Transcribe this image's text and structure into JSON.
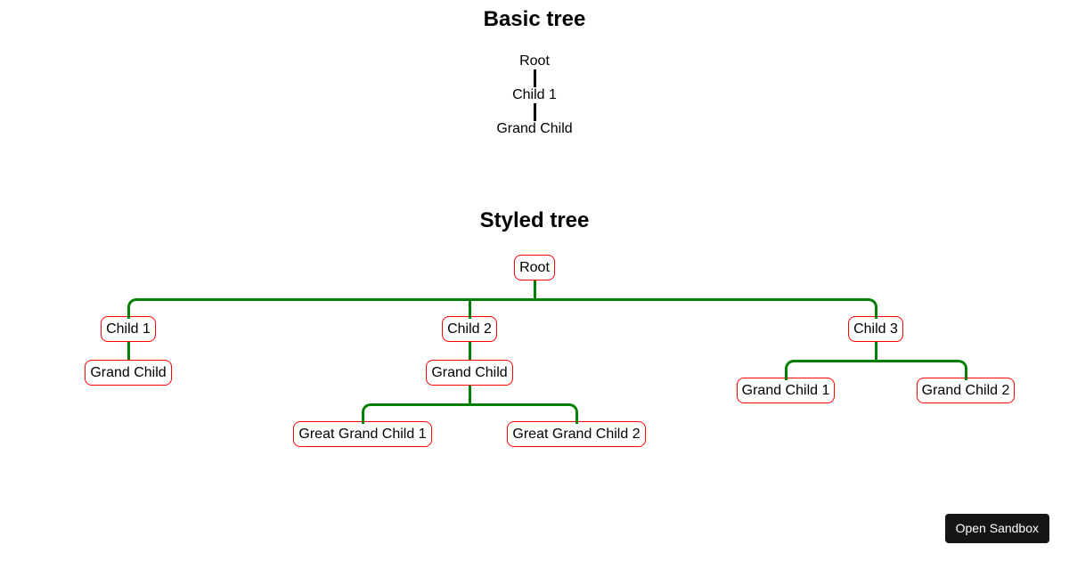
{
  "basic_tree": {
    "title": "Basic tree",
    "root": "Root",
    "child": "Child 1",
    "grandchild": "Grand Child"
  },
  "styled_tree": {
    "title": "Styled tree",
    "root": "Root",
    "child1": {
      "label": "Child 1",
      "grandchild": "Grand Child"
    },
    "child2": {
      "label": "Child 2",
      "grandchild": "Grand Child",
      "great_grandchild1": "Great Grand Child 1",
      "great_grandchild2": "Great Grand Child 2"
    },
    "child3": {
      "label": "Child 3",
      "grandchild1": "Grand Child 1",
      "grandchild2": "Grand Child 2"
    }
  },
  "colors": {
    "background": "#ffffff",
    "text": "#000000",
    "basic_line": "#000000",
    "styled_line": "#008000",
    "styled_node_border": "#ff0000",
    "button_bg": "#151515",
    "button_text": "#ffffff"
  },
  "button": {
    "label": "Open Sandbox"
  }
}
